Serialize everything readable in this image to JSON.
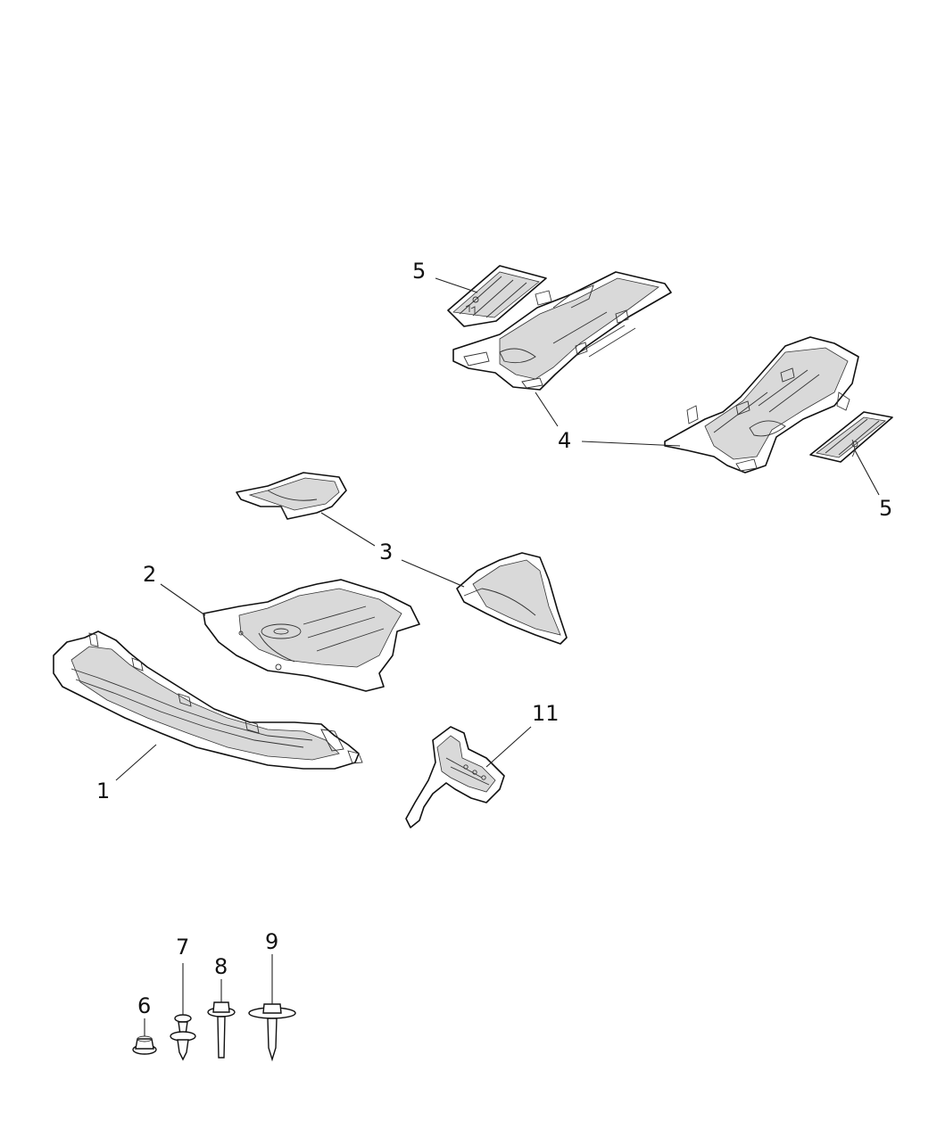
{
  "callouts": {
    "c1": "1",
    "c2": "2",
    "c3": "3",
    "c4": "4",
    "c5a": "5",
    "c5b": "5",
    "c6": "6",
    "c7": "7",
    "c8": "8",
    "c9": "9",
    "c11": "11"
  }
}
